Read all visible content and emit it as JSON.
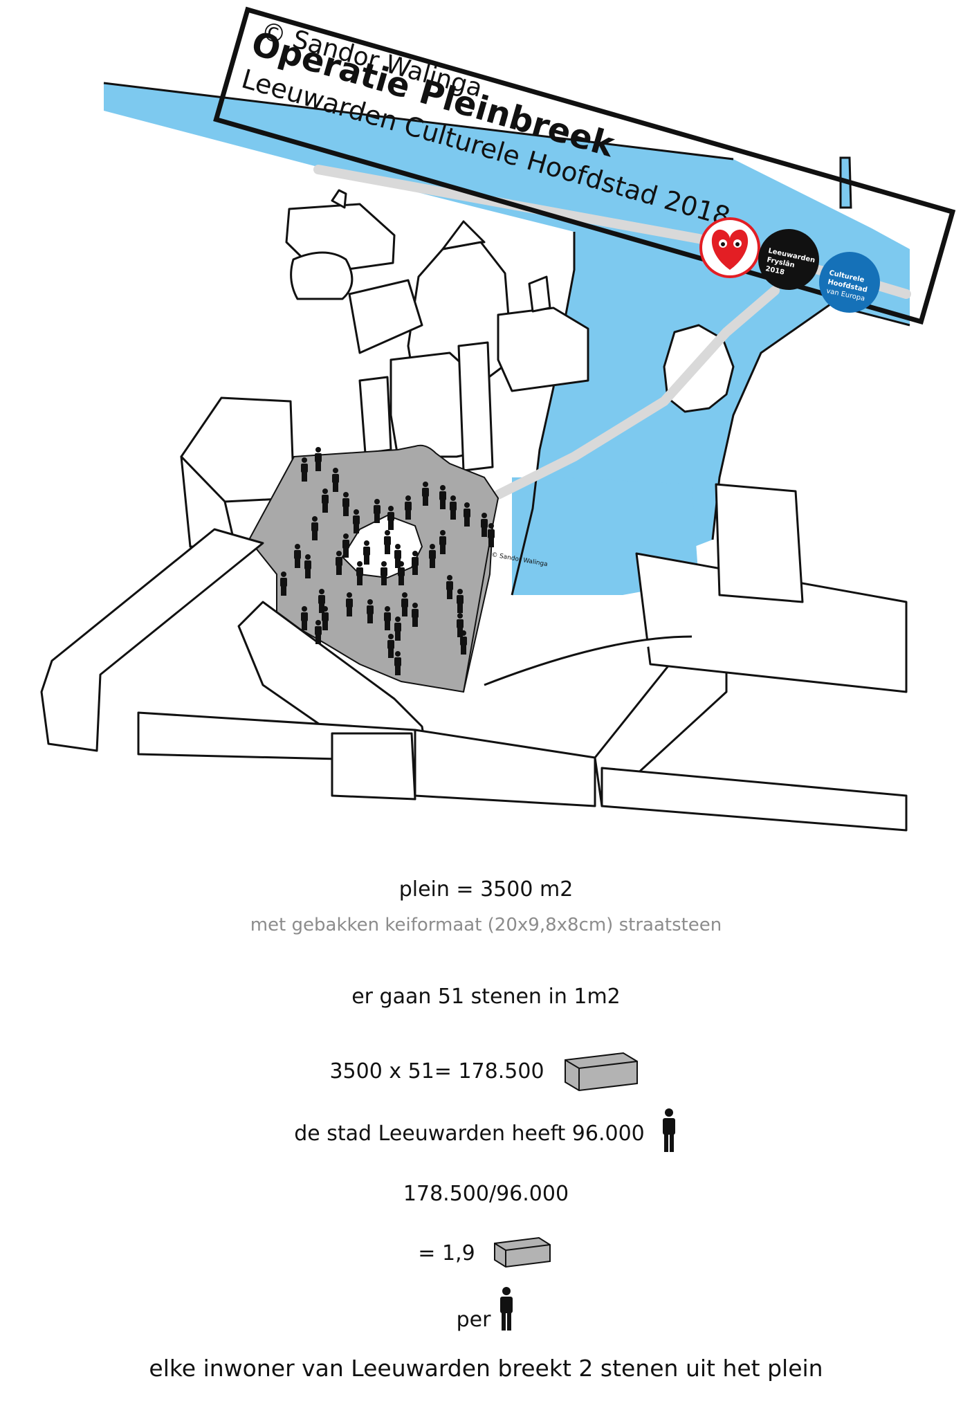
{
  "header": {
    "copyright": "© Sandor Walinga",
    "title": "Operatie Pleinbreek",
    "subtitle": "Leeuwarden Culturele Hoofdstad 2018"
  },
  "logos": {
    "logo_black_text": [
      "Leeuwarden",
      "Fryslân",
      "2018"
    ],
    "logo_blue_text": [
      "Culturele",
      "Hoofdstad",
      "van Europa"
    ]
  },
  "map": {
    "watermark": "© Sandor Walinga"
  },
  "colors": {
    "water": "#7dc9ef",
    "square": "#a9a9a9",
    "path": "#d9d9d9",
    "logo_red": "#e31e24",
    "logo_blue": "#1571b8",
    "brick": "#b3b3b3"
  },
  "calc": {
    "line1": "plein = 3500 m2",
    "line2": "met gebakken keiformaat (20x9,8x8cm) straatsteen",
    "line3": "er gaan 51 stenen in 1m2",
    "line4": "3500 x 51= 178.500",
    "line5": "de stad Leeuwarden heeft 96.000",
    "line6": "178.500/96.000",
    "line7": "= 1,9",
    "line8": "per",
    "line9": "elke inwoner van Leeuwarden breekt 2 stenen uit het plein"
  },
  "icons": {
    "brick": "brick-icon",
    "person": "person-icon"
  }
}
